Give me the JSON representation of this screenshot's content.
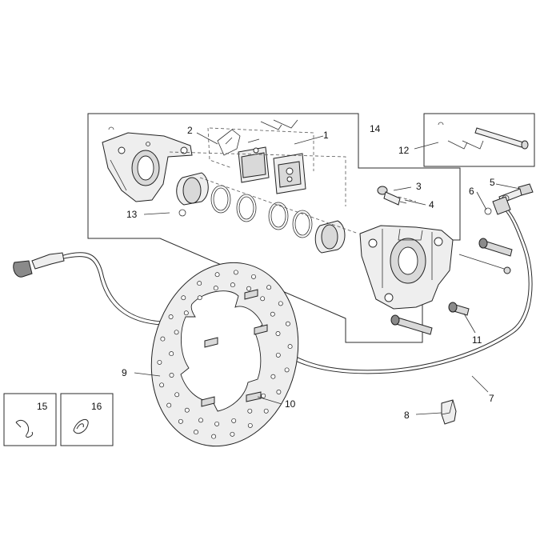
{
  "callouts": [
    {
      "id": "c1",
      "text": "1"
    },
    {
      "id": "c2",
      "text": "2"
    },
    {
      "id": "c3",
      "text": "3"
    },
    {
      "id": "c4",
      "text": "4"
    },
    {
      "id": "c5",
      "text": "5"
    },
    {
      "id": "c6",
      "text": "6"
    },
    {
      "id": "c7",
      "text": "7"
    },
    {
      "id": "c8",
      "text": "8"
    },
    {
      "id": "c9",
      "text": "9"
    },
    {
      "id": "c10",
      "text": "10"
    },
    {
      "id": "c11",
      "text": "11"
    },
    {
      "id": "c12",
      "text": "12"
    },
    {
      "id": "c13",
      "text": "13"
    },
    {
      "id": "c14",
      "text": "14"
    },
    {
      "id": "c15",
      "text": "15"
    },
    {
      "id": "c16",
      "text": "16"
    }
  ],
  "colors": {
    "line": "#2b2b2b",
    "part_fill": "#d9d9d9",
    "background": "#ffffff"
  }
}
